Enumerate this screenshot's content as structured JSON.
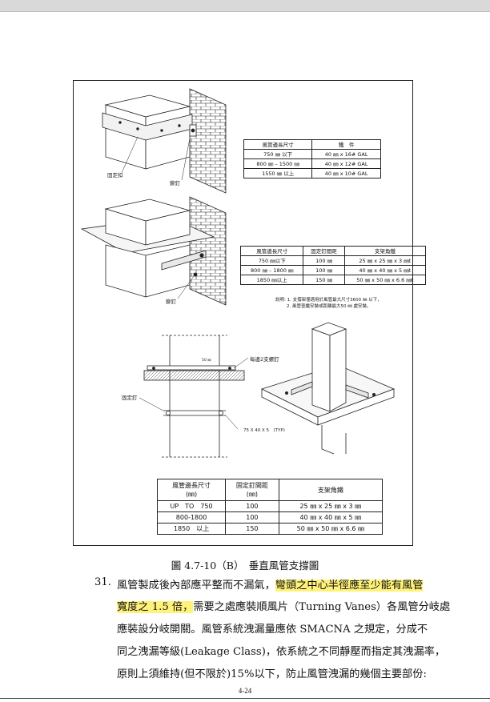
{
  "table1": {
    "headers": [
      "風管邊長尺寸",
      "鐵　件"
    ],
    "rows": [
      [
        "750 ㎜ 以下",
        "40 ㎜ x 16# GAL"
      ],
      [
        "800 ㎜ – 1500 ㎜",
        "40 ㎜ x 12# GAL"
      ],
      [
        "1550 ㎜ 以上",
        "40 ㎜ x 10# GAL"
      ]
    ]
  },
  "table2": {
    "headers": [
      "風管邊長尺寸",
      "固定釘間距",
      "支架角鐵"
    ],
    "rows": [
      [
        "750 ㎜以下",
        "100 ㎜",
        "25 ㎜ x 25 ㎜ x 3 ㎜t"
      ],
      [
        "800 ㎜ – 1800 ㎜",
        "100 ㎜",
        "40 ㎜ x 40 ㎜ x 5 ㎜t"
      ],
      [
        "1850 ㎜以上",
        "150 ㎜",
        "50 ㎜ x 50 ㎜ x 6.6 ㎜t"
      ]
    ],
    "notes": [
      "說明: 1. 支撐架僅適用於風管最大尺寸3600 ㎜ 以下，",
      "2. 風管壹繼安裝或距離最大50 ㎜ 處安裝。"
    ]
  },
  "table3": {
    "headers": [
      "風管邊長尺寸\n(㎜)",
      "固定釘間距\n(㎜)",
      "支架角鐵"
    ],
    "rows": [
      [
        "UP　TO　750",
        "100",
        "25 ㎜ x 25 ㎜ x 3 ㎜"
      ],
      [
        "800-1800",
        "100",
        "40 ㎜ x 40 ㎜ x 5 ㎜"
      ],
      [
        "1850　以上",
        "150",
        "50 ㎜ x 50 ㎜ x 6.6 ㎜"
      ]
    ]
  },
  "labels": {
    "fixing_clip": "固定扣",
    "rivet_1": "鉚釘",
    "rivet_2": "鉚釘",
    "fixing_nail": "固定釘",
    "bolt_each_side": "每邊2支螺釘",
    "angle_iron": "75 X 40 X 5　(TYP)",
    "dim_50": "50 ㎜"
  },
  "caption": "圖 4.7-10（B）　垂直風管支撐圖",
  "paragraph": {
    "number": "31.",
    "line1_a": "風管製成後內部應平整而不漏氣，",
    "line1_hl": "彎頭之中心半徑應至少能有風管",
    "line2_hl": "寬度之 1.5 倍，",
    "line2_b": "需要之處應裝順風片（Turning Vanes）各風管分岐處",
    "line3": "應裝設分岐開關。風管系統洩漏量應依 SMACNA 之規定，分成不",
    "line4": "同之洩漏等級(Leakage Class)，依系統之不同靜壓而指定其洩漏率，",
    "line5": "原則上須維持(但不限於)15%以下，防止風管洩漏的幾個主要部份:"
  },
  "page_number": "4-24"
}
